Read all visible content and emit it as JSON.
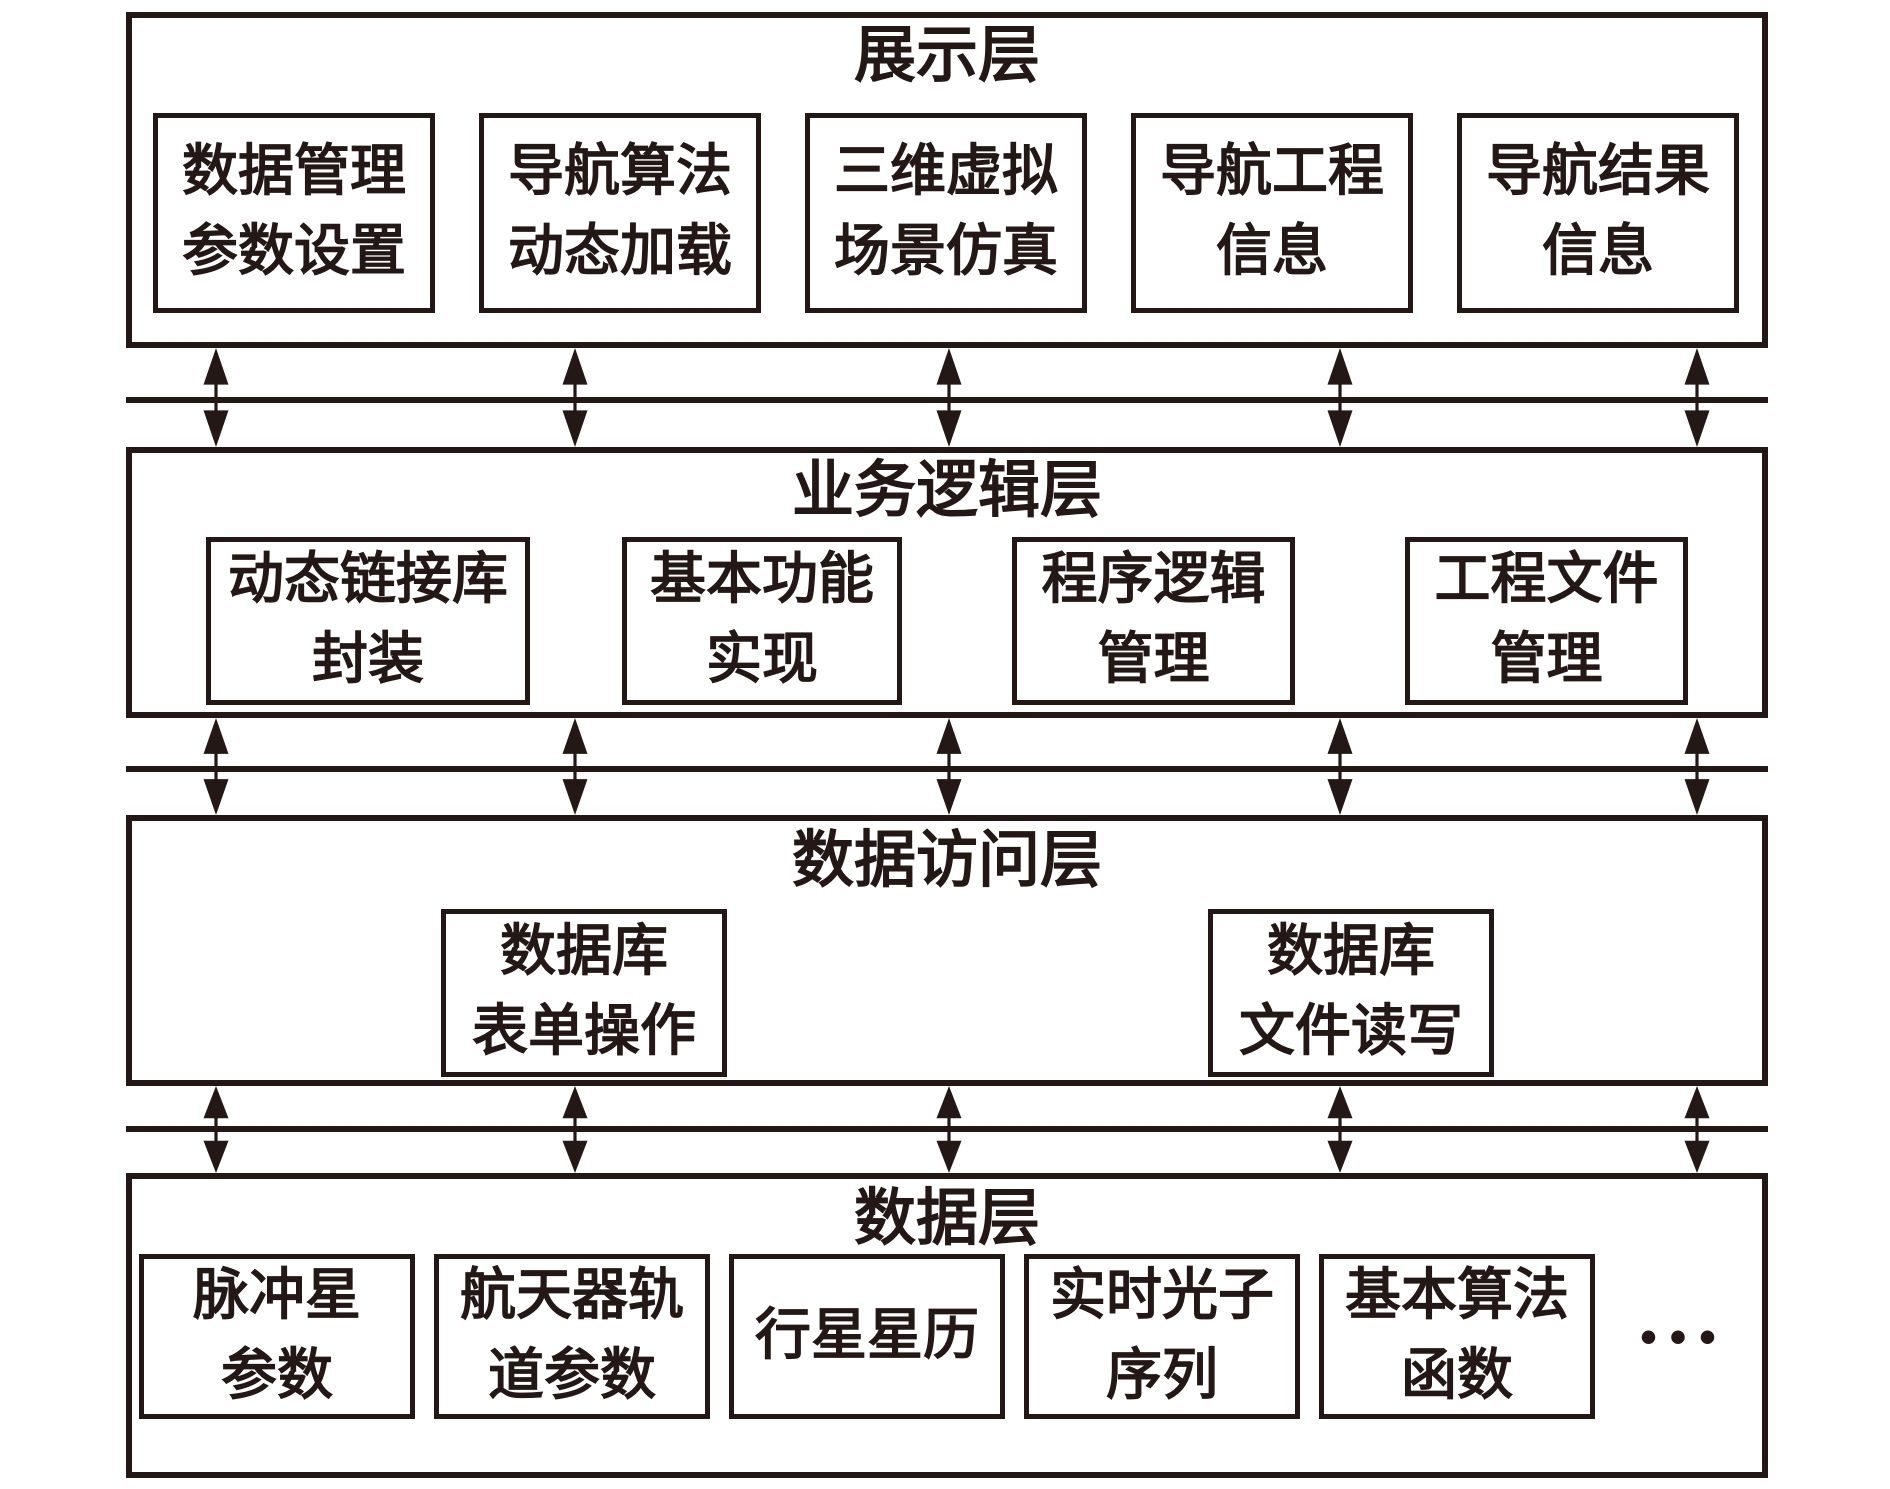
{
  "ink_color": "#231815",
  "background_color": "#ffffff",
  "layers": [
    {
      "id": "presentation",
      "title": "展示层",
      "boxes": [
        "数据管理\n参数设置",
        "导航算法\n动态加载",
        "三维虚拟\n场景仿真",
        "导航工程\n信息",
        "导航结果\n信息"
      ]
    },
    {
      "id": "business-logic",
      "title": "业务逻辑层",
      "boxes": [
        "动态链接库\n封装",
        "基本功能\n实现",
        "程序逻辑\n管理",
        "工程文件\n管理"
      ]
    },
    {
      "id": "data-access",
      "title": "数据访问层",
      "boxes": [
        "数据库\n表单操作",
        "数据库\n文件读写"
      ]
    },
    {
      "id": "data",
      "title": "数据层",
      "boxes": [
        "脉冲星\n参数",
        "航天器轨\n道参数",
        "行星星历",
        "实时光子\n序列",
        "基本算法\n函数"
      ],
      "ellipsis": "•••"
    }
  ]
}
